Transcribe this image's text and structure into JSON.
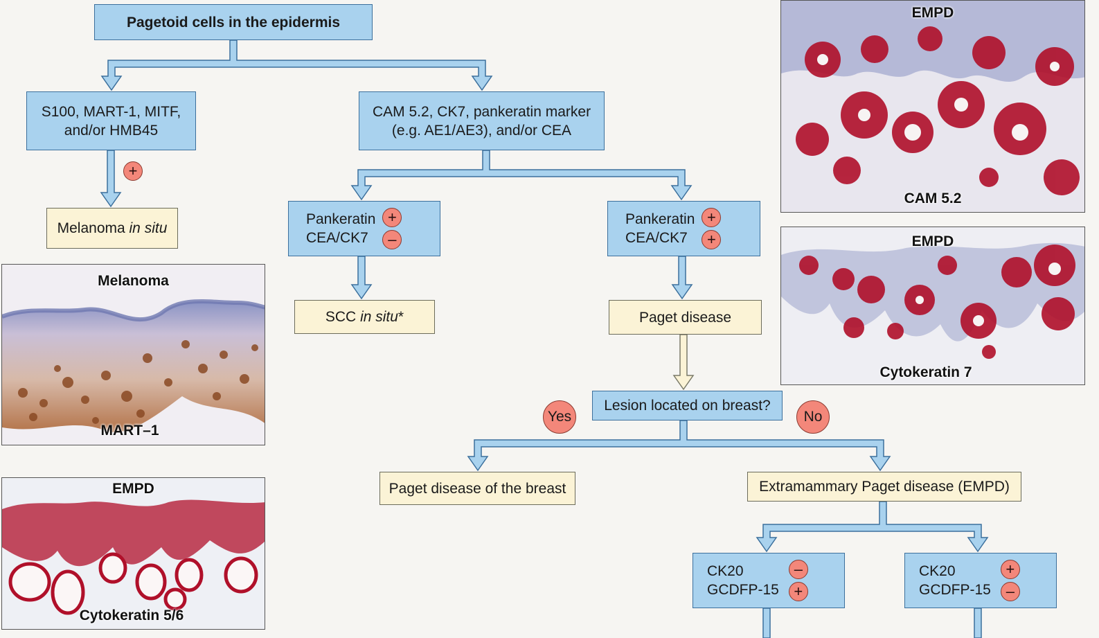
{
  "root": "Pagetoid cells in the epidermis",
  "melano_markers": [
    "S100, MART-1, MITF,",
    "and/or HMB45"
  ],
  "melano_result_sign": "+",
  "melanoma": {
    "text": "Melanoma ",
    "italic": "in situ"
  },
  "epi_markers": [
    "CAM 5.2, CK7, pankeratin marker",
    "(e.g. AE1/AE3), and/or CEA"
  ],
  "scc_branch": {
    "line1": "Pankeratin",
    "line2": "CEA/CK7",
    "sign1": "+",
    "sign2": "–"
  },
  "scc_result": {
    "text": "SCC ",
    "italic": "in situ",
    "suffix": "*"
  },
  "paget_branch": {
    "line1": "Pankeratin",
    "line2": "CEA/CK7",
    "sign1": "+",
    "sign2": "+"
  },
  "paget_result": "Paget disease",
  "question": "Lesion located on breast?",
  "yes": "Yes",
  "no": "No",
  "breast_result": "Paget disease of the breast",
  "empd_result": "Extramammary Paget disease (EMPD)",
  "empd_left": {
    "line1": "CK20",
    "line2": "GCDFP-15",
    "sign1": "–",
    "sign2": "+"
  },
  "empd_right": {
    "line1": "CK20",
    "line2": "GCDFP-15",
    "sign1": "+",
    "sign2": "–"
  },
  "images": {
    "melanoma": {
      "title": "Melanoma",
      "stain": "MART–1"
    },
    "ck56": {
      "title": "EMPD",
      "stain": "Cytokeratin 5/6"
    },
    "cam52": {
      "title": "EMPD",
      "stain": "CAM 5.2"
    },
    "ck7": {
      "title": "EMPD",
      "stain": "Cytokeratin 7"
    }
  },
  "colors": {
    "decision_box": "#a9d2ee",
    "result_box": "#fbf3d6",
    "sign_circle": "#f3877a",
    "stain_brown": "#8a4a24",
    "stain_red": "#b0102a",
    "hematoxylin_blue": "#7a86b8"
  }
}
